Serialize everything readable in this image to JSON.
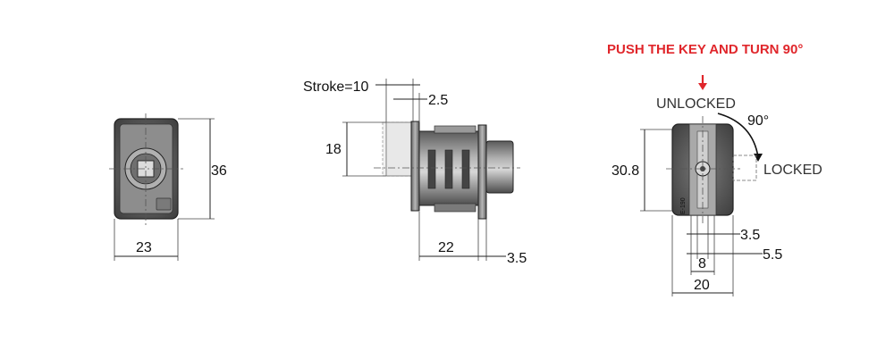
{
  "colors": {
    "accent": "#e0262b",
    "body_dark": "#4a4a4a",
    "body_mid": "#8a8a8a",
    "body_light": "#c8c8c8"
  },
  "front_view": {
    "width": "23",
    "height": "36"
  },
  "side_view": {
    "stroke": "Stroke=10",
    "offset": "2.5",
    "knob": "18",
    "body_length": "22",
    "flange": "3.5"
  },
  "rear_view": {
    "instruction": "PUSH THE KEY AND TURN 90°",
    "arrow_icon": "arrow-down-icon",
    "unlocked": "UNLOCKED",
    "angle": "90°",
    "locked": "LOCKED",
    "height": "30.8",
    "dim_a": "3.5",
    "dim_b": "5.5",
    "dim_c": "8",
    "width": "20",
    "marking": "E-190"
  }
}
